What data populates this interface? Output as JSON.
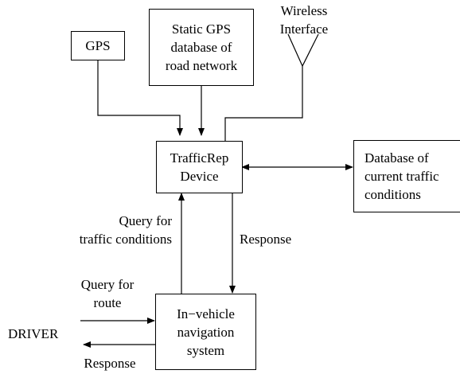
{
  "boxes": {
    "gps": {
      "l1": "GPS"
    },
    "static_db": {
      "l1": "Static GPS",
      "l2": "database of",
      "l3": "road network"
    },
    "trafficrep": {
      "l1": "TrafficRep",
      "l2": "Device"
    },
    "traffic_db": {
      "l1": "Database of",
      "l2": "current traffic",
      "l3": "conditions"
    },
    "nav": {
      "l1": "In−vehicle",
      "l2": "navigation",
      "l3": "system"
    }
  },
  "labels": {
    "wireless_1": "Wireless",
    "wireless_2": "Interface",
    "query_conditions_1": "Query for",
    "query_conditions_2": "traffic conditions",
    "response_right": "Response",
    "query_route_1": "Query for",
    "query_route_2": "route",
    "driver": "DRIVER",
    "response_bottom": "Response"
  }
}
